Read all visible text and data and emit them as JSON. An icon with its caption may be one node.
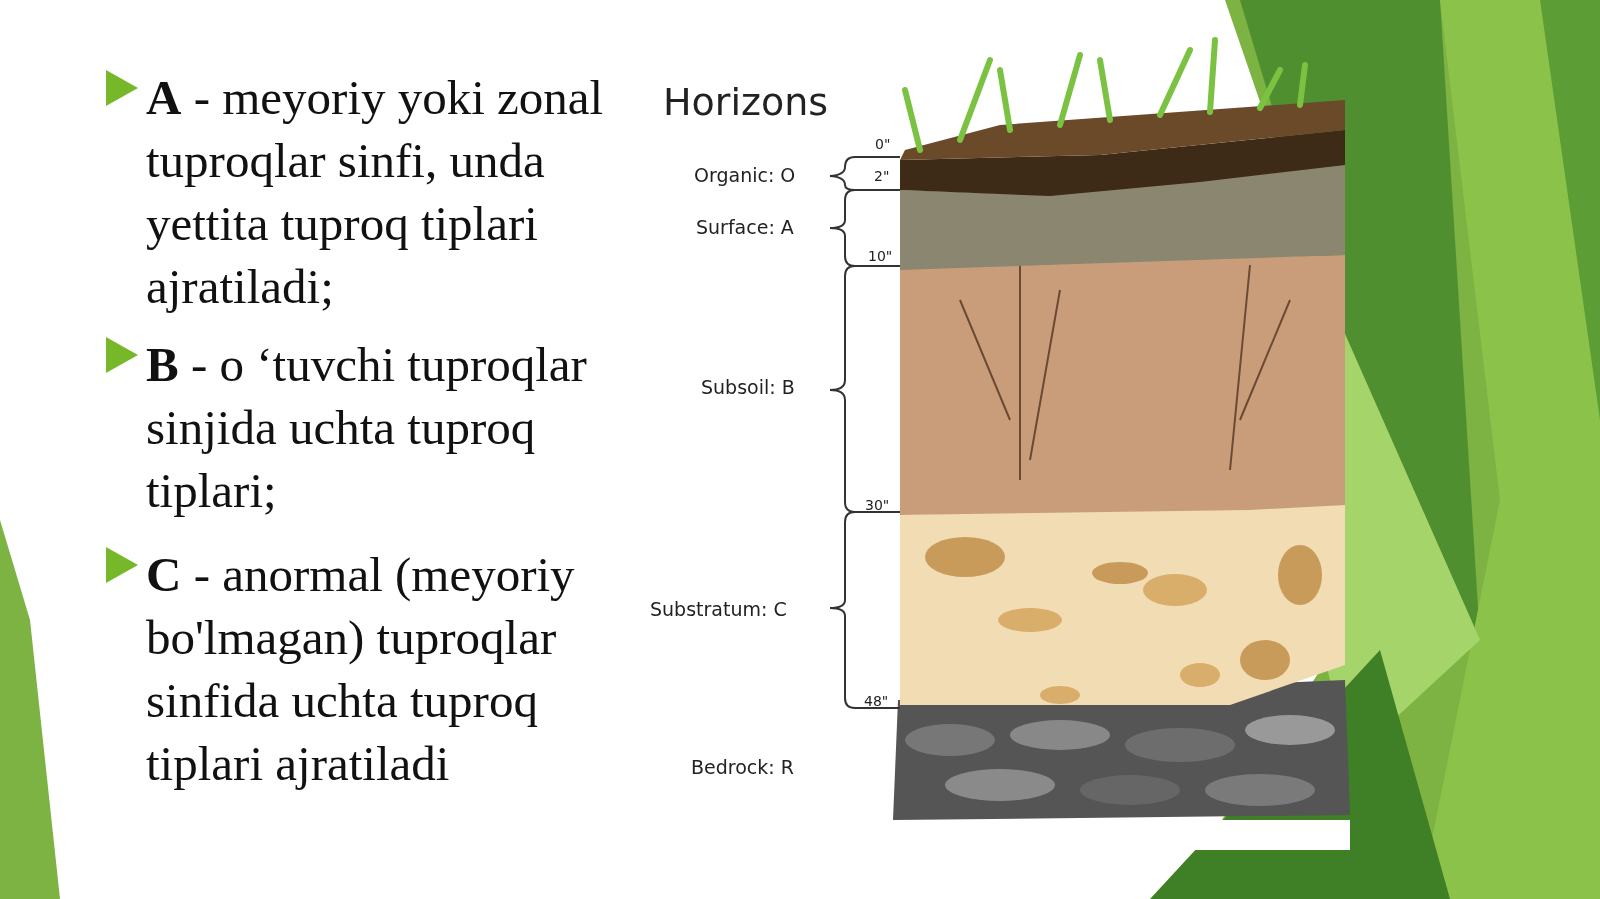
{
  "diagram": {
    "labels": [
      "**A** - meyoriy yoki zonal tuproqlar sinfi, unda yettita tuproq tiplari ajratiladi;",
      "**B** - o ‘tuvchi tuproqlar sinjida uchta tuproq tiplari;",
      "**C** - anormal (meyoriy bo'lmagan) tuproqlar sinfida uchta tuproq tiplari ajratiladi",
      "Horizons",
      "0\"",
      "Organic: O",
      "2\"",
      "Surface: A",
      "10\"",
      "Subsoil: B",
      "30\"",
      "Substratum: C",
      "48\"",
      "Bedrock: R"
    ]
  }
}
